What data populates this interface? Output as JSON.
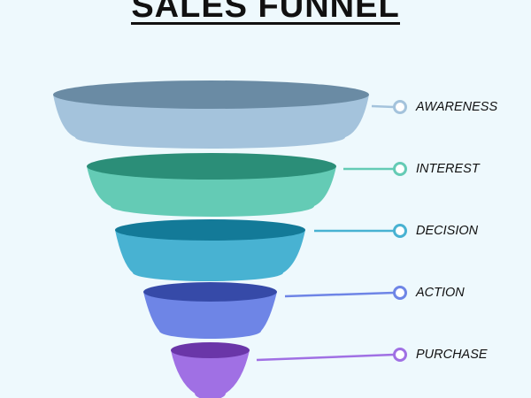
{
  "title": "SALES FUNNEL",
  "stages": [
    {
      "label": "AWARENESS",
      "top_color": "#6a8ba4",
      "body_color": "#a4c3dc"
    },
    {
      "label": "INTEREST",
      "top_color": "#2b8e78",
      "body_color": "#64cbb5"
    },
    {
      "label": "DECISION",
      "top_color": "#137a98",
      "body_color": "#48b2d2"
    },
    {
      "label": "ACTION",
      "top_color": "#364aa8",
      "body_color": "#6e85e6"
    },
    {
      "label": "PURCHASE",
      "top_color": "#6a36a8",
      "body_color": "#a070e4"
    }
  ]
}
